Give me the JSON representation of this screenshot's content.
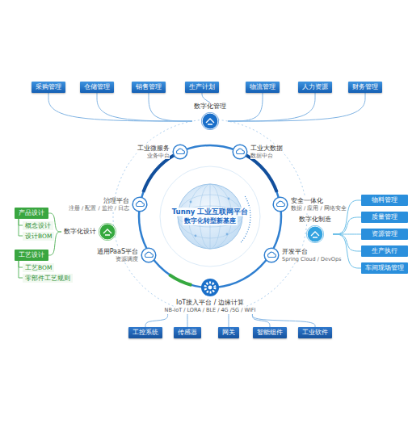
{
  "diagram": {
    "nodes": [
      {
        "text": [
          "采购管理"
        ]
      },
      {
        "text": [
          "仓储管理"
        ]
      },
      {
        "text": [
          "销售管理"
        ]
      },
      {
        "text": [
          "生产计划"
        ]
      },
      {
        "text": [
          "物流管理"
        ]
      },
      {
        "text": [
          "人力资源"
        ]
      },
      {
        "text": [
          "财务管理"
        ]
      },
      {
        "text": [
          "数字化管理"
        ]
      },
      {
        "text": [
          "工业微服务",
          "业务中台"
        ]
      },
      {
        "text": [
          "工业大数据",
          "数据中台"
        ]
      },
      {
        "text": [
          "治理平台",
          "注册 / 配置 / 监控 / 日志"
        ]
      },
      {
        "text": [
          "安全一体化",
          "数据 / 应用 / 网络安全"
        ]
      },
      {
        "text": [
          "Tunny 工业互联网平台",
          "数字化转型新基座"
        ]
      },
      {
        "text": [
          "产品设计"
        ]
      },
      {
        "text": [
          "概念设计"
        ]
      },
      {
        "text": [
          "设计BOM"
        ]
      },
      {
        "text": [
          "工艺设计"
        ]
      },
      {
        "text": [
          "工艺BOM"
        ]
      },
      {
        "text": [
          "零部件工艺规则"
        ]
      },
      {
        "text": [
          "数字化设计"
        ]
      },
      {
        "text": [
          "通用PaaS平台",
          "资源调度"
        ]
      },
      {
        "text": [
          "开发平台",
          "Spring Cloud / DevOps"
        ]
      },
      {
        "text": [
          "数字化制造"
        ]
      },
      {
        "text": [
          "物料管理"
        ]
      },
      {
        "text": [
          "质量管理"
        ]
      },
      {
        "text": [
          "资源管理"
        ]
      },
      {
        "text": [
          "生产执行"
        ]
      },
      {
        "text": [
          "车间现场管理"
        ]
      },
      {
        "text": [
          "IoT接入平台 / 边缘计算",
          "NB-IoT / LORA / BLE / 4G /5G / WIFI"
        ]
      },
      {
        "text": [
          "工控系统"
        ]
      },
      {
        "text": [
          "传感器"
        ]
      },
      {
        "text": [
          "网关"
        ]
      },
      {
        "text": [
          "智能组件"
        ]
      },
      {
        "text": [
          "工业软件"
        ]
      }
    ],
    "edges": [
      {
        "from": 7,
        "to": 0,
        "arrow": "none"
      },
      {
        "from": 7,
        "to": 1,
        "arrow": "none"
      },
      {
        "from": 7,
        "to": 2,
        "arrow": "none"
      },
      {
        "from": 7,
        "to": 3,
        "arrow": "none"
      },
      {
        "from": 7,
        "to": 4,
        "arrow": "none"
      },
      {
        "from": 7,
        "to": 5,
        "arrow": "none"
      },
      {
        "from": 7,
        "to": 6,
        "arrow": "none"
      },
      {
        "from": 19,
        "to": 13,
        "arrow": "none"
      },
      {
        "from": 19,
        "to": 16,
        "arrow": "none"
      },
      {
        "from": 13,
        "to": 14,
        "arrow": "none"
      },
      {
        "from": 13,
        "to": 15,
        "arrow": "none"
      },
      {
        "from": 16,
        "to": 17,
        "arrow": "none"
      },
      {
        "from": 16,
        "to": 18,
        "arrow": "none"
      },
      {
        "from": 22,
        "to": 23,
        "arrow": "none"
      },
      {
        "from": 22,
        "to": 24,
        "arrow": "none"
      },
      {
        "from": 22,
        "to": 25,
        "arrow": "none"
      },
      {
        "from": 22,
        "to": 26,
        "arrow": "none"
      },
      {
        "from": 22,
        "to": 27,
        "arrow": "none"
      },
      {
        "from": 28,
        "to": 29,
        "arrow": "none"
      },
      {
        "from": 28,
        "to": 30,
        "arrow": "none"
      },
      {
        "from": 28,
        "to": 31,
        "arrow": "none"
      },
      {
        "from": 28,
        "to": 32,
        "arrow": "none"
      },
      {
        "from": 28,
        "to": 33,
        "arrow": "none"
      }
    ]
  }
}
